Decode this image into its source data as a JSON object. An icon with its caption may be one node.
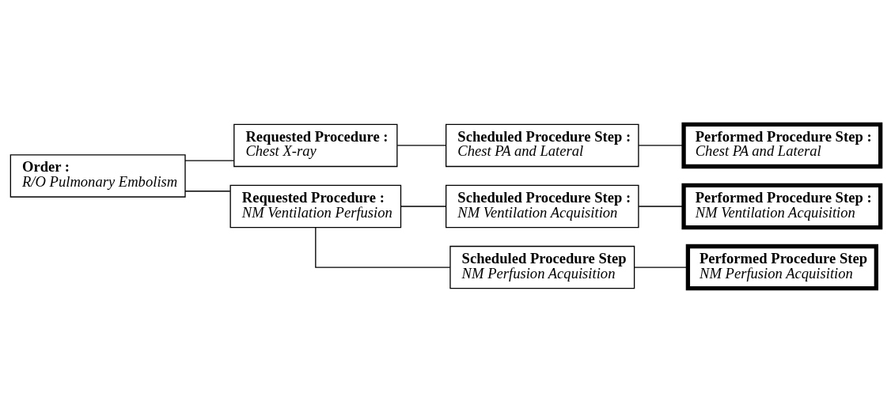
{
  "diagram": {
    "nodes": [
      {
        "text": [
          "Order :",
          "R/O Pulmonary Embolism"
        ]
      },
      {
        "text": [
          "Requested Procedure :",
          "Chest X-ray"
        ]
      },
      {
        "text": [
          "Scheduled Procedure Step :",
          "Chest PA and Lateral"
        ]
      },
      {
        "text": [
          "Performed Procedure Step :",
          "Chest PA and Lateral"
        ]
      },
      {
        "text": [
          "Requested Procedure :",
          "NM Ventilation Perfusion"
        ]
      },
      {
        "text": [
          "Scheduled Procedure Step :",
          "NM Ventilation Acquisition"
        ]
      },
      {
        "text": [
          "Performed Procedure Step :",
          "NM Ventilation Acquisition"
        ]
      },
      {
        "text": [
          "Scheduled Procedure Step",
          "NM Perfusion Acquisition"
        ]
      },
      {
        "text": [
          "Performed Procedure Step",
          "NM Perfusion Acquisition"
        ]
      }
    ],
    "edges": [
      {
        "from": 0,
        "to": 1,
        "arrow": "none"
      },
      {
        "from": 0,
        "to": 4,
        "arrow": "none"
      },
      {
        "from": 1,
        "to": 2,
        "arrow": "none"
      },
      {
        "from": 2,
        "to": 3,
        "arrow": "none"
      },
      {
        "from": 4,
        "to": 5,
        "arrow": "none"
      },
      {
        "from": 4,
        "to": 7,
        "arrow": "none"
      },
      {
        "from": 5,
        "to": 6,
        "arrow": "none"
      },
      {
        "from": 7,
        "to": 8,
        "arrow": "none"
      }
    ]
  }
}
